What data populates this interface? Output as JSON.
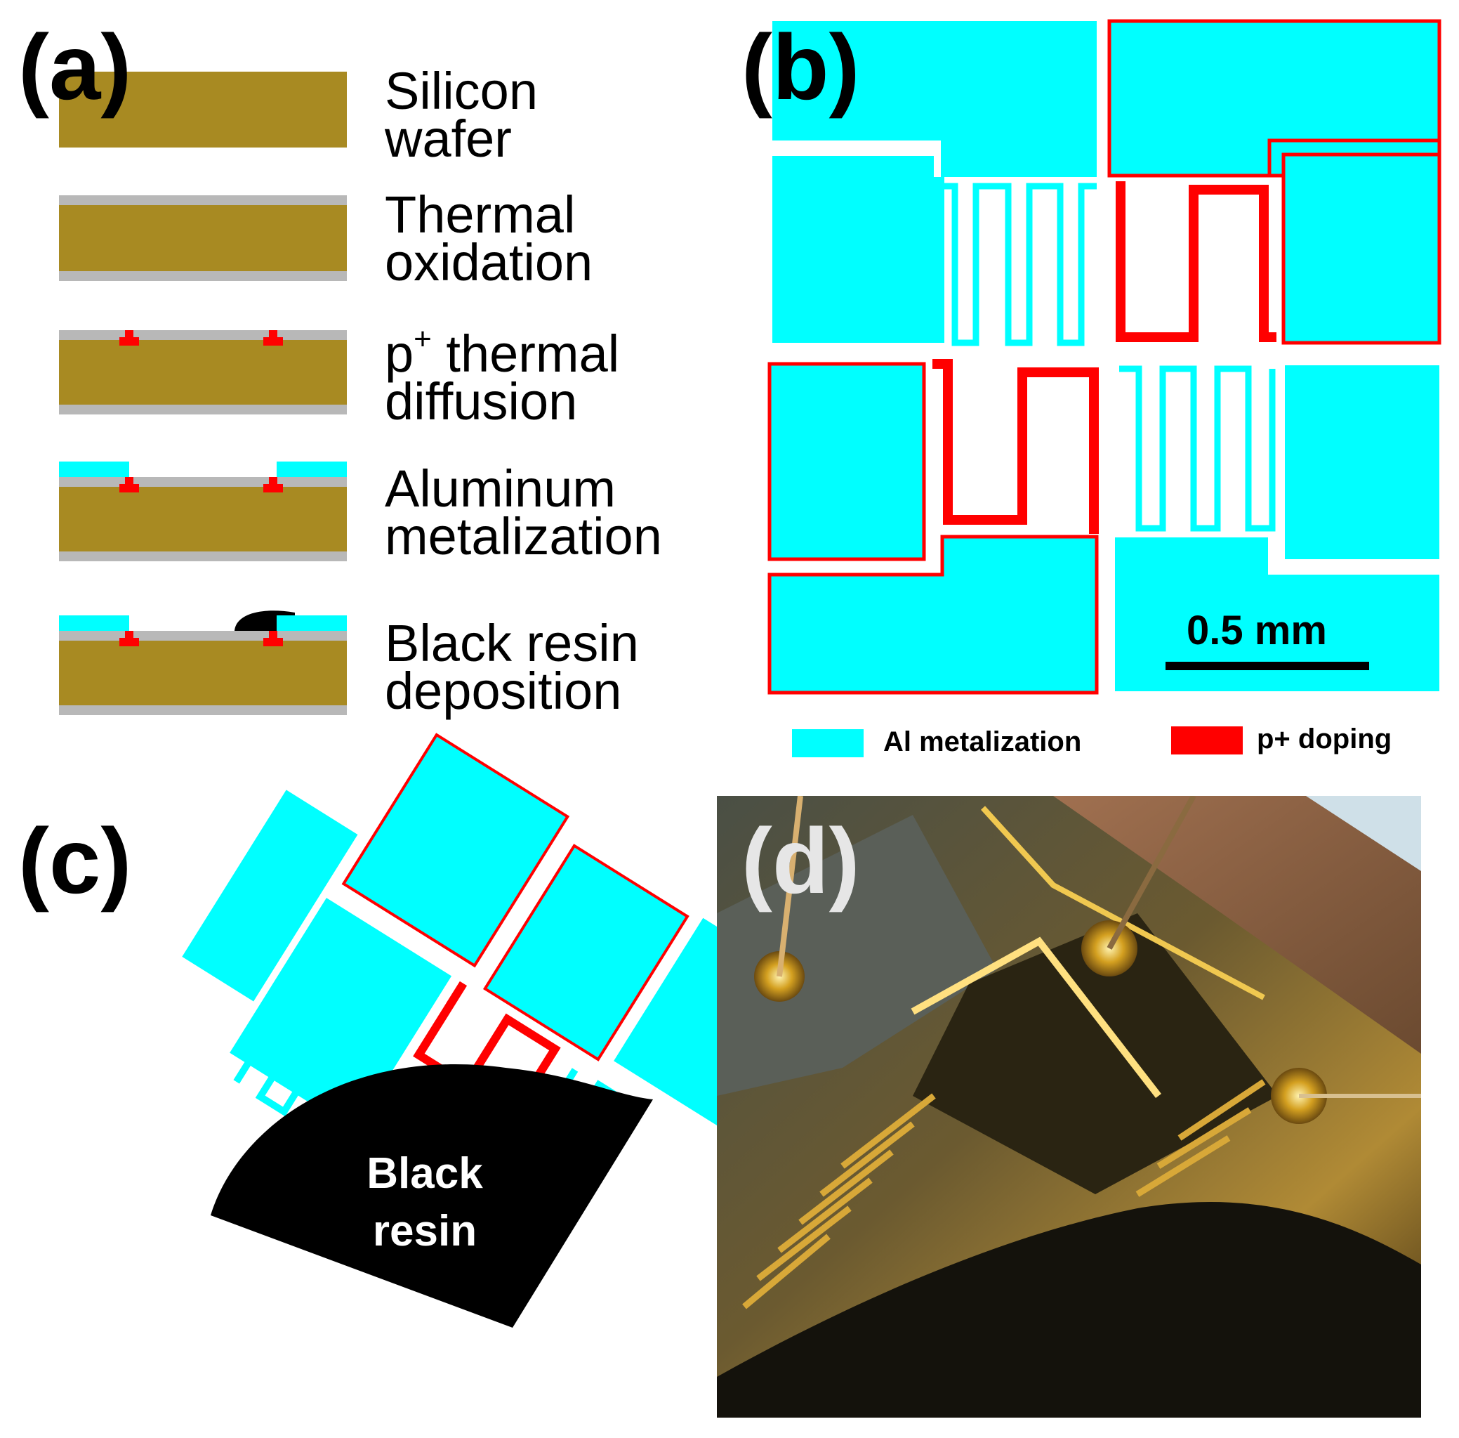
{
  "panels": {
    "a": {
      "label": "(a)",
      "steps": [
        {
          "line1": "Silicon",
          "line2": "wafer"
        },
        {
          "line1": "Thermal",
          "line2": "oxidation"
        },
        {
          "line1": "p",
          "sup": "+",
          "line1_rest": " thermal",
          "line2": "diffusion"
        },
        {
          "line1": "Aluminum",
          "line2": "metalization"
        },
        {
          "line1": "Black resin",
          "line2": "deposition"
        }
      ]
    },
    "b": {
      "label": "(b)",
      "scale_bar": "0.5 mm",
      "legend": [
        {
          "label": "Al metalization",
          "color": "#00ffff"
        },
        {
          "label": "p+ doping",
          "color": "#ff0000"
        }
      ]
    },
    "c": {
      "label": "(c)",
      "resin_line1": "Black",
      "resin_line2": "resin"
    },
    "d": {
      "label": "(d)"
    }
  },
  "colors": {
    "silicon": "#a88a22",
    "oxide": "#b8b8b8",
    "aluminum": "#00ffff",
    "p_doping": "#ff0000",
    "resin": "#000000"
  }
}
